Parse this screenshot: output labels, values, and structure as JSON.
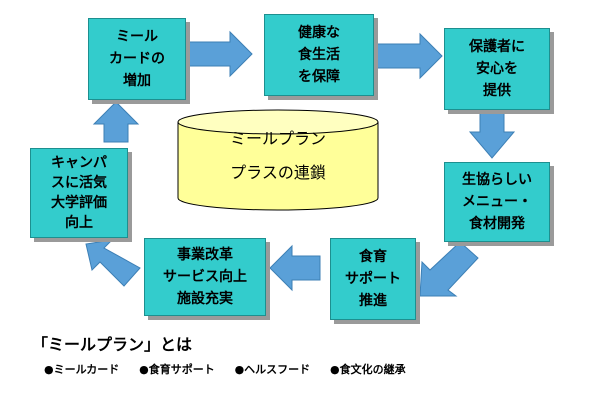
{
  "colors": {
    "box_fill": "#33cccc",
    "arrow_fill": "#5aa0d8",
    "cylinder_fill": "#ffff99"
  },
  "boxes": {
    "meal_card": [
      "ミール",
      "カードの",
      "増加"
    ],
    "health": [
      "健康な",
      "食生活",
      "を保障"
    ],
    "guardian": [
      "保護者に",
      "安心を",
      "提供"
    ],
    "coop_menu": [
      "生協らしい",
      "メニュー・",
      "食材開発"
    ],
    "food_support": [
      "食育",
      "サポート",
      "推進"
    ],
    "business": [
      "事業改革",
      "サービス向上",
      "施設充実"
    ],
    "campus": [
      "キャンパ",
      "スに活気",
      "大学評価",
      "向上"
    ]
  },
  "center": [
    "ミールプラン",
    "プラスの連鎖"
  ],
  "footer": {
    "title": "「ミールプラン」とは",
    "items": [
      "●ミールカード",
      "●食育サポート",
      "●ヘルスフード",
      "●食文化の継承"
    ]
  }
}
